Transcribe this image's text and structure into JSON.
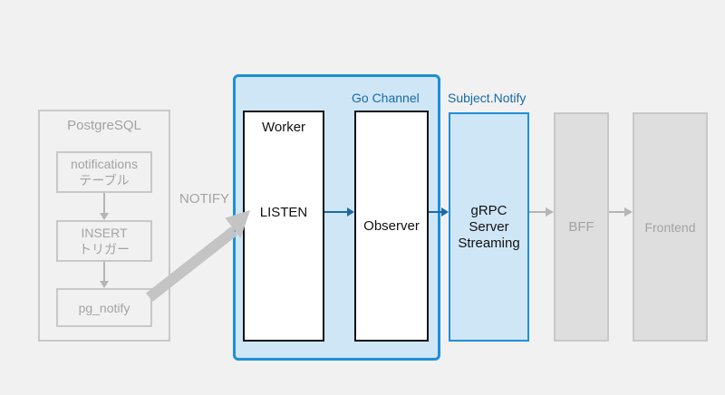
{
  "postgres": {
    "title": "PostgreSQL",
    "notifications_line1": "notifications",
    "notifications_line2": "テーブル",
    "insert_line1": "INSERT",
    "insert_line2": "トリガー",
    "pg_notify": "pg_notify"
  },
  "notify_label": "NOTIFY",
  "go_channel_label": "Go Channel",
  "subject_notify_label": "Subject.Notify",
  "worker": {
    "title": "Worker",
    "listen": "LISTEN"
  },
  "observer": "Observer",
  "grpc": {
    "line1": "gRPC",
    "line2": "Server",
    "line3": "Streaming"
  },
  "bff": "BFF",
  "frontend": "Frontend",
  "colors": {
    "accent_blue": "#1e8fd6",
    "container_fill": "#cfe6f7",
    "faded_gray": "#c8c8c8",
    "faded_text": "#a3a3a3"
  }
}
